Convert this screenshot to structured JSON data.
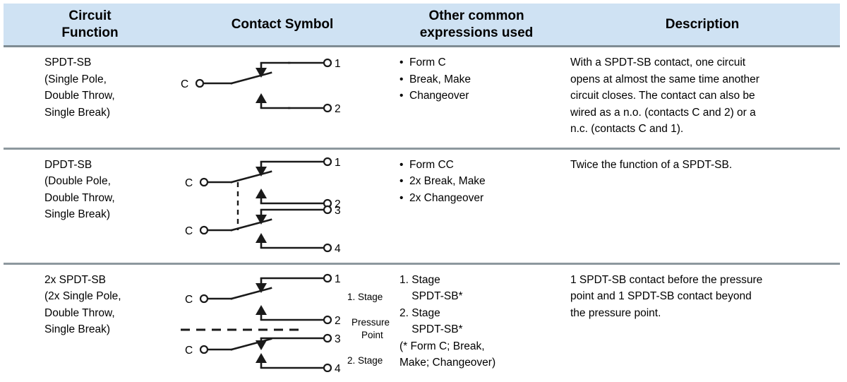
{
  "table": {
    "headers": [
      "Circuit\nFunction",
      "Contact Symbol",
      "Other common\nexpressions used",
      "Description"
    ],
    "header_bg": "#cfe2f3",
    "rule_color": "#8d989e",
    "rows": [
      {
        "function_lines": [
          "SPDT-SB",
          "(Single Pole,",
          "Double Throw,",
          "Single Break)"
        ],
        "symbol": {
          "name": "spdt-sb-symbol",
          "common_labels": [
            "C"
          ],
          "terminal_labels": [
            "1",
            "2"
          ],
          "annotations": []
        },
        "expressions": [
          "Form C",
          "Break, Make",
          "Changeover"
        ],
        "description_lines": [
          "With a SPDT-SB contact, one circuit",
          "opens at almost the same time another",
          "circuit closes. The contact can also be",
          "wired as a n.o. (contacts C and 2) or a",
          "n.c. (contacts C and 1)."
        ]
      },
      {
        "function_lines": [
          "DPDT-SB",
          "(Double Pole,",
          "Double Throw,",
          "Single Break)"
        ],
        "symbol": {
          "name": "dpdt-sb-symbol",
          "common_labels": [
            "C",
            "C"
          ],
          "terminal_labels": [
            "1",
            "2",
            "3",
            "4"
          ],
          "annotations": []
        },
        "expressions": [
          "Form CC",
          "2x Break, Make",
          "2x Changeover"
        ],
        "description_lines": [
          "Twice the function of a SPDT-SB."
        ]
      },
      {
        "function_lines": [
          "2x SPDT-SB",
          "(2x Single Pole,",
          "Double Throw,",
          "Single Break)"
        ],
        "symbol": {
          "name": "two-stage-spdt-sb-symbol",
          "common_labels": [
            "C",
            "C"
          ],
          "terminal_labels": [
            "1",
            "2",
            "3",
            "4"
          ],
          "annotations": [
            "1. Stage",
            "Pressure",
            "Point",
            "2. Stage"
          ]
        },
        "expressions_numbered": [
          "1. Stage",
          "    SPDT-SB*",
          "2. Stage",
          "    SPDT-SB*",
          "(* Form C; Break,",
          "Make; Changeover)"
        ],
        "description_lines": [
          "1 SPDT-SB contact before the pressure",
          "point and 1 SPDT-SB contact beyond",
          "the pressure point."
        ]
      }
    ]
  },
  "symbol_labels": {
    "r1_c": "C",
    "r1_t1": "1",
    "r1_t2": "2",
    "r2_c1": "C",
    "r2_c2": "C",
    "r2_t1": "1",
    "r2_t2": "2",
    "r2_t3": "3",
    "r2_t4": "4",
    "r3_c1": "C",
    "r3_c2": "C",
    "r3_t1": "1",
    "r3_t2": "2",
    "r3_t3": "3",
    "r3_t4": "4",
    "r3_stage1": "1. Stage",
    "r3_pressure": "Pressure",
    "r3_point": "Point",
    "r3_stage2": "2. Stage"
  }
}
